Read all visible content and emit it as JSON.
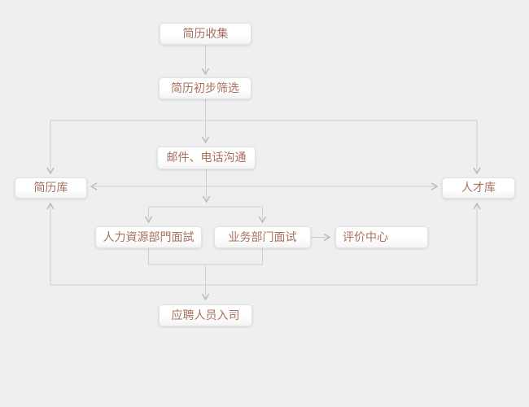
{
  "colors": {
    "background": "#efefef",
    "line": "#cfcfcf",
    "arrowhead": "#b9b9b9",
    "node_background": "#ffffff",
    "node_border": "#e3e3e3",
    "node_text": "#a8705e"
  },
  "diagram": {
    "type": "flowchart",
    "nodes": [
      {
        "id": "resume-collection",
        "label": "简历收集"
      },
      {
        "id": "resume-initial-screening",
        "label": "简历初步筛选"
      },
      {
        "id": "email-phone-communication",
        "label": "邮件、电话沟通"
      },
      {
        "id": "resume-library",
        "label": "简历库"
      },
      {
        "id": "talent-pool",
        "label": "人才库"
      },
      {
        "id": "hr-department-interview",
        "label": "人力資源部門面試"
      },
      {
        "id": "business-department-interview",
        "label": "业务部门面试"
      },
      {
        "id": "assessment-center",
        "label": "评价中心"
      },
      {
        "id": "candidate-onboarding",
        "label": "应聘人员入司"
      }
    ],
    "edges": [
      {
        "from": "resume-collection",
        "to": "resume-initial-screening"
      },
      {
        "from": "resume-initial-screening",
        "to": "resume-library"
      },
      {
        "from": "resume-initial-screening",
        "to": "talent-pool"
      },
      {
        "from": "resume-initial-screening",
        "to": "email-phone-communication"
      },
      {
        "from": "resume-library",
        "to": "talent-pool",
        "bidirectional": true
      },
      {
        "from": "email-phone-communication",
        "to": "hr-department-interview"
      },
      {
        "from": "email-phone-communication",
        "to": "business-department-interview"
      },
      {
        "from": "business-department-interview",
        "to": "assessment-center"
      },
      {
        "from": "hr-department-interview",
        "to": "candidate-onboarding",
        "joinedWith": "business-department-interview"
      },
      {
        "from": "hr-department-interview",
        "to": "resume-library",
        "joinedWith": "business-department-interview"
      },
      {
        "from": "hr-department-interview",
        "to": "talent-pool",
        "joinedWith": "business-department-interview"
      }
    ]
  }
}
